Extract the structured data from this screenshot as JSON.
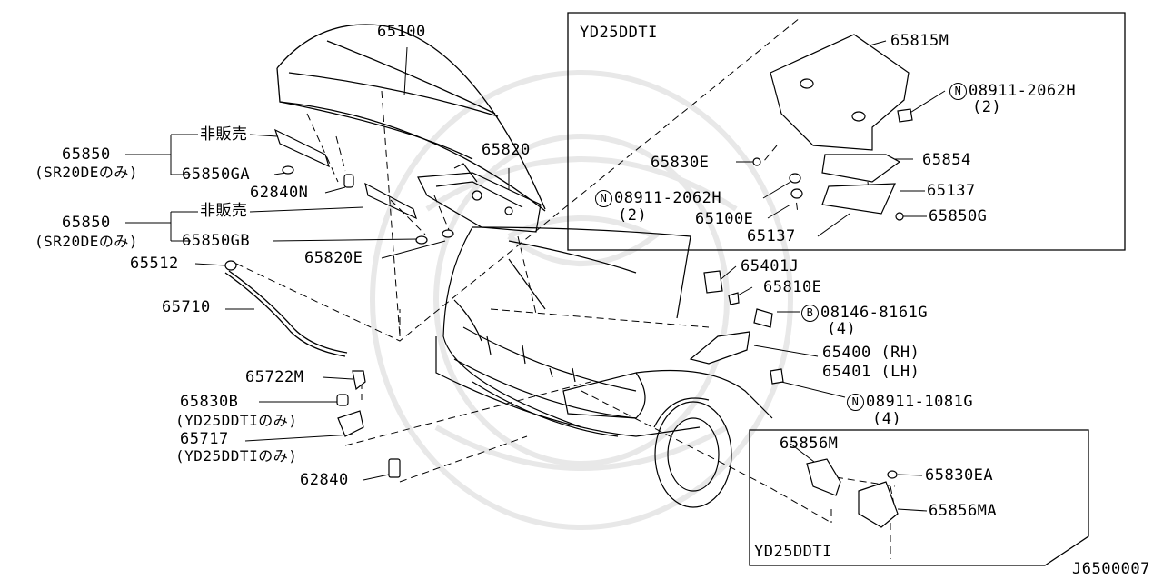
{
  "labels": {
    "p65100": "65100",
    "p65850a": "65850",
    "p65850a_sub": "(SR20DEのみ)",
    "hanbai_a": "非販売",
    "p65850ga": "65850GA",
    "p62840n": "62840N",
    "p65850b": "65850",
    "p65850b_sub": "(SR20DEのみ)",
    "hanbai_b": "非販売",
    "p65850gb": "65850GB",
    "p65820": "65820",
    "p65820e": "65820E",
    "p65512": "65512",
    "p65710": "65710",
    "p65722m": "65722M",
    "p65830b": "65830B",
    "p65830b_sub": "(YD25DDTIのみ)",
    "p65717": "65717",
    "p65717_sub": "(YD25DDTIのみ)",
    "p62840": "62840",
    "p65401j": "65401J",
    "p65810e": "65810E",
    "b_mark": "B",
    "p08146": "08146-8161G",
    "p08146_qty": "(4)",
    "p65400": "65400 (RH)",
    "p65401": "65401 (LH)",
    "n_mark1": "N",
    "p08911_1081g": "08911-1081G",
    "p08911_1081g_qty": "(4)"
  },
  "inset_top": {
    "title": "YD25DDTI",
    "p65815m": "65815M",
    "n_mark": "N",
    "p08911_2062h_a": "08911-2062H",
    "p08911_2062h_a_qty": "(2)",
    "p65830e": "65830E",
    "p65854": "65854",
    "n_mark_b": "N",
    "p08911_2062h_b": "08911-2062H",
    "p08911_2062h_b_qty": "(2)",
    "p65137a": "65137",
    "p65100e": "65100E",
    "p65850g": "65850G",
    "p65137b": "65137"
  },
  "inset_bottom": {
    "title": "YD25DDTI",
    "p65856m": "65856M",
    "p65830ea": "65830EA",
    "p65856ma": "65856MA"
  },
  "footer": {
    "code": "J6500007"
  }
}
